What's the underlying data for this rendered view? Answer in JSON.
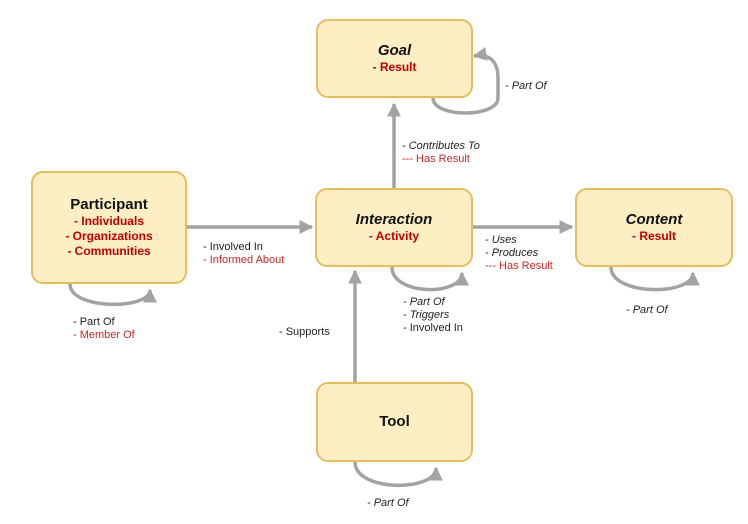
{
  "nodes": {
    "goal": {
      "title": "Goal",
      "sub": [
        "- Result"
      ]
    },
    "participant": {
      "title": "Participant",
      "sub": [
        "- Individuals",
        "- Organizations",
        "- Communities"
      ]
    },
    "interaction": {
      "title": "Interaction",
      "sub": [
        "- Activity"
      ]
    },
    "content": {
      "title": "Content",
      "sub": [
        "- Result"
      ]
    },
    "tool": {
      "title": "Tool",
      "sub": []
    }
  },
  "labels": {
    "goal_self": [
      "- Part Of"
    ],
    "interaction_goal": [
      "- Contributes To",
      "--- Has Result"
    ],
    "participant_interaction": [
      "- Involved In",
      "- Informed About"
    ],
    "interaction_content": [
      "- Uses",
      "- Produces",
      "--- Has Result"
    ],
    "interaction_self": [
      "- Part Of",
      "- Triggers",
      "- Involved In"
    ],
    "participant_self": [
      "- Part Of",
      "- Member Of"
    ],
    "content_self": [
      "- Part Of"
    ],
    "tool_interaction": [
      "- Supports"
    ],
    "tool_self": [
      "- Part Of"
    ]
  },
  "colors": {
    "node_fill": "#fdefc3",
    "node_border": "#e7bd5f",
    "edge": "#a3a3a3",
    "accent_red": "#c00000"
  }
}
